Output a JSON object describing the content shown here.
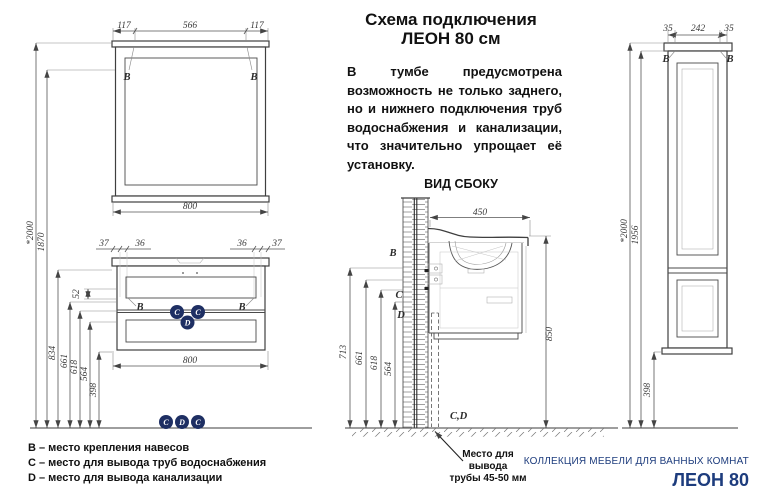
{
  "header": {
    "title_line1": "Схема подключения",
    "title_line2": "ЛЕОН 80 см"
  },
  "description": "В тумбе предусмотрена возможность не только заднего, но и нижнего подключения труб водоснабжения и канализации, что значительно упрощает её установку.",
  "front_view": {
    "mirror": {
      "dim_left": "117",
      "dim_center": "566",
      "dim_right": "117",
      "dim_width": "800"
    },
    "cabinet": {
      "dim_out_left": "37",
      "dim_in_left": "36",
      "dim_in_right": "36",
      "dim_out_right": "37",
      "dim_width": "800",
      "dim_gap": "52"
    },
    "heights": {
      "h_total": "*2000",
      "h_1870": "1870",
      "h_834": "834",
      "h_661": "661",
      "h_618": "618",
      "h_564": "564",
      "h_398": "398"
    }
  },
  "side_view": {
    "heading": "ВИД СБОКУ",
    "dim_depth": "450",
    "dim_height": "850",
    "h_713": "713",
    "h_661": "661",
    "h_618": "618",
    "h_564": "564",
    "floor_label": "C,D",
    "note_line1": "Место для",
    "note_line2": "вывода",
    "note_line3": "трубы 45-50 мм"
  },
  "tall_cabinet": {
    "dim_left": "35",
    "dim_center": "242",
    "dim_right": "35",
    "h_total": "*2000",
    "h_body": "1956",
    "h_bottom": "398"
  },
  "letters": {
    "b": "B",
    "c": "C",
    "d": "D"
  },
  "legend": {
    "items": [
      "B – место крепления навесов",
      "C – место для вывода труб водоснабжения",
      "D – место для вывода канализации"
    ]
  },
  "footer": {
    "collection": "КОЛЛЕКЦИЯ МЕБЕЛИ ДЛЯ ВАННЫХ КОМНАТ",
    "model": "ЛЕОН 80"
  },
  "colors": {
    "marker_navy": "#1e2f63",
    "footer_blue": "#1d3c7d",
    "line": "#4a4a4a"
  }
}
